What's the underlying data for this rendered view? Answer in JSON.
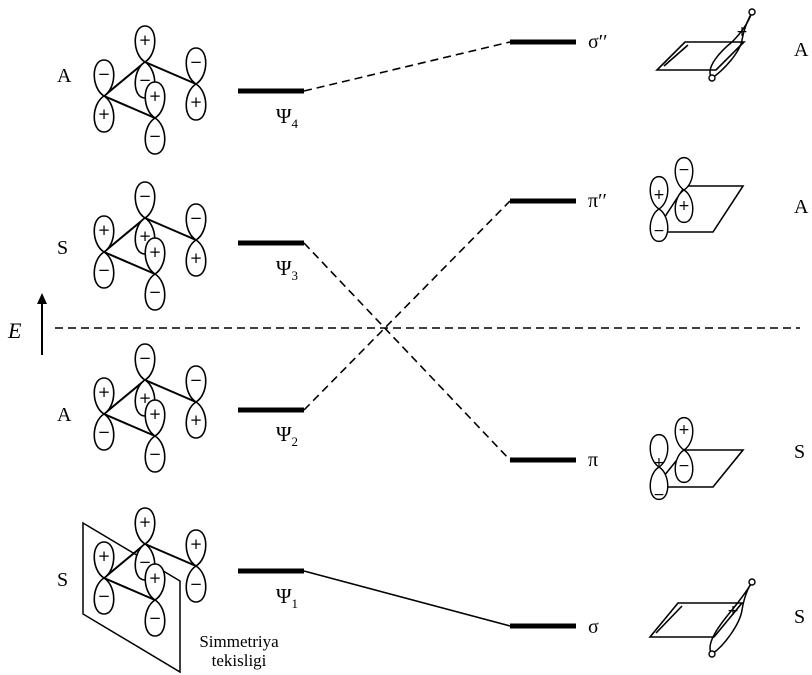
{
  "axis_label": "E",
  "left_levels": [
    {
      "name": "Ψ",
      "sub": "4",
      "symmetry": "A"
    },
    {
      "name": "Ψ",
      "sub": "3",
      "symmetry": "S"
    },
    {
      "name": "Ψ",
      "sub": "2",
      "symmetry": "A"
    },
    {
      "name": "Ψ",
      "sub": "1",
      "symmetry": "S"
    }
  ],
  "right_levels": [
    {
      "name": "σ′′",
      "symmetry": "A"
    },
    {
      "name": "π′′",
      "symmetry": "A"
    },
    {
      "name": "π",
      "symmetry": "S"
    },
    {
      "name": "σ",
      "symmetry": "S"
    }
  ],
  "symmetry_plane_caption": [
    "Simmetriya",
    "tekisligi"
  ],
  "lobe_signs": {
    "plus": "+",
    "minus": "−"
  }
}
